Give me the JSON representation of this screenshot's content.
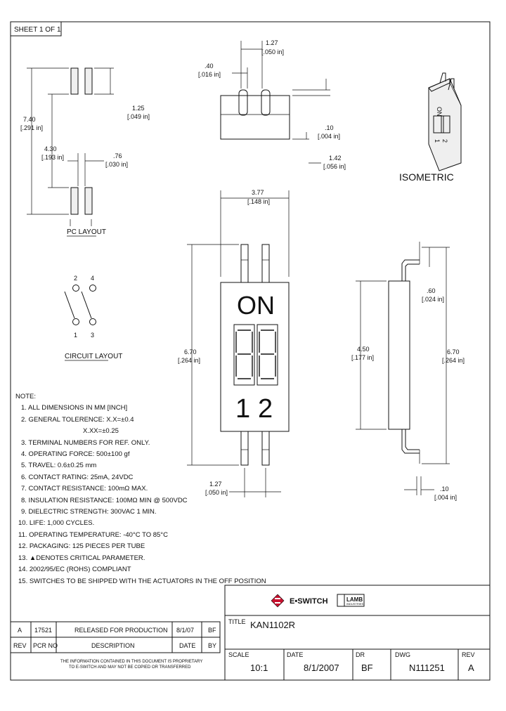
{
  "sheet": "SHEET 1 OF 1",
  "labels": {
    "pc_layout": "PC LAYOUT",
    "circuit_layout": "CIRCUIT LAYOUT",
    "isometric": "ISOMETRIC"
  },
  "dimensions": {
    "d740_mm": "7.40",
    "d740_in": "[.291 in]",
    "d430_mm": "4.30",
    "d430_in": "[.193 in]",
    "d125_mm": "1.25",
    "d125_in": "[.049 in]",
    "d076_mm": ".76",
    "d076_in": "[.030 in]",
    "d040_mm": ".40",
    "d040_in": "[.016 in]",
    "d127t_mm": "1.27",
    "d127t_in": "[.050 in]",
    "d010t_mm": ".10",
    "d010t_in": "[.004 in]",
    "d142_mm": "1.42",
    "d142_in": "[.056 in]",
    "d377_mm": "3.77",
    "d377_in": "[.148 in]",
    "d670l_mm": "6.70",
    "d670l_in": "[.264 in]",
    "d127b_mm": "1.27",
    "d127b_in": "[.050 in]",
    "d450_mm": "4.50",
    "d450_in": "[.177 in]",
    "d060_mm": ".60",
    "d060_in": "[.024 in]",
    "d670r_mm": "6.70",
    "d670r_in": "[.264 in]",
    "d010b_mm": ".10",
    "d010b_in": "[.004 in]"
  },
  "pins": {
    "p1": "1",
    "p2": "2",
    "p3": "3",
    "p4": "4"
  },
  "switch_front": {
    "on": "ON",
    "n1": "1",
    "n2": "2"
  },
  "iso_marks": {
    "on": "ON",
    "n1": "1",
    "n2": "2"
  },
  "notes": [
    "NOTE:",
    "1. ALL DIMENSIONS IN MM [INCH]",
    "2. GENERAL TOLERENCE: X.X=±0.4",
    "X.XX=±0.25",
    "3. TERMINAL NUMBERS FOR REF. ONLY.",
    "4. OPERATING FORCE: 500±100 gf",
    "5. TRAVEL: 0.6±0.25 mm",
    "6. CONTACT RATING: 25mA, 24VDC",
    "7. CONTACT RESISTANCE: 100mΩ MAX.",
    "8. INSULATION RESISTANCE: 100MΩ MIN @ 500VDC",
    "9. DIELECTRIC STRENGTH: 300VAC 1 MIN.",
    "10. LIFE: 1,000 CYCLES.",
    "11. OPERATING TEMPERATURE: -40°C TO 85°C",
    "12. PACKAGING: 125 PIECES PER TUBE",
    "13. ▲DENOTES CRITICAL PARAMETER.",
    "14. 2002/95/EC (ROHS) COMPLIANT",
    "15. SWITCHES TO BE SHIPPED WITH THE ACTUATORS IN THE OFF POSITION"
  ],
  "logo": {
    "brand": "E•SWITCH",
    "partner": "LAMB",
    "partner_sub": "INDUSTRIES"
  },
  "title_block": {
    "title_label": "TITLE",
    "title": "KAN1102R",
    "scale_label": "SCALE",
    "scale": "10:1",
    "date_label": "DATE",
    "date": "8/1/2007",
    "dr_label": "DR",
    "dr": "BF",
    "dwg_label": "DWG",
    "dwg": "N111251",
    "rev_label": "REV",
    "rev": "A"
  },
  "revision": {
    "row": {
      "rev": "A",
      "pcr": "17521",
      "desc": "RELEASED FOR PRODUCTION",
      "date": "8/1/07",
      "by": "BF"
    },
    "head": {
      "rev": "REV",
      "pcr": "PCR NO",
      "desc": "DESCRIPTION",
      "date": "DATE",
      "by": "BY"
    },
    "notice1": "THE INFORMATION CONTAINED IN THIS DOCUMENT IS PROPRIETARY",
    "notice2": "TO E-SWITCH AND MAY NOT BE COPIED OR TRANSFERRED"
  }
}
